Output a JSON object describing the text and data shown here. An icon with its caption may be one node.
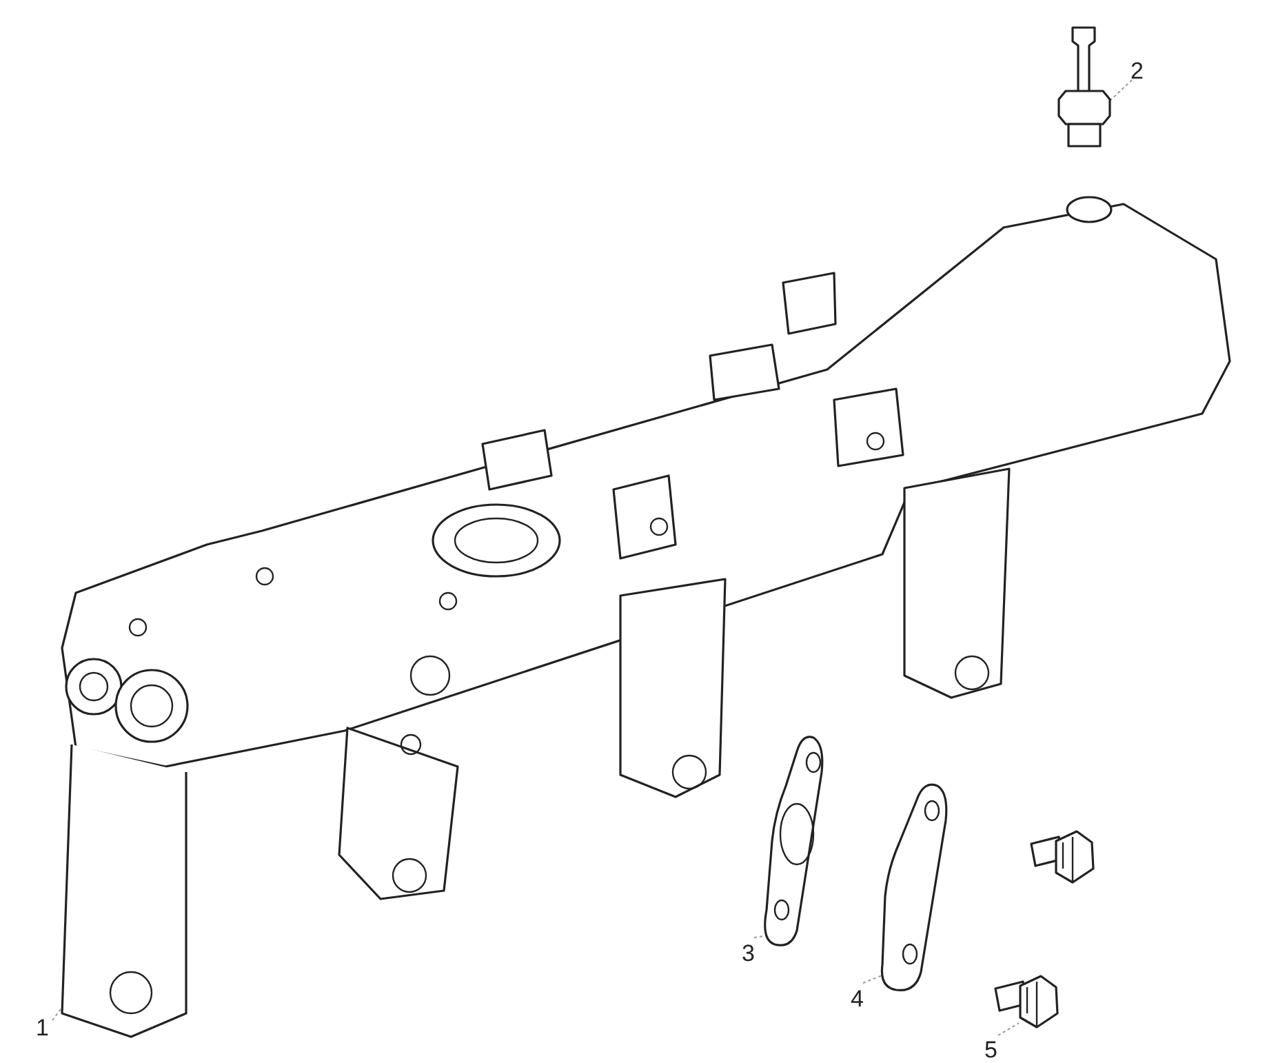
{
  "diagram": {
    "nodes": [
      {
        "text": [
          "1"
        ]
      },
      {
        "text": [
          "2"
        ]
      },
      {
        "text": [
          "3"
        ]
      },
      {
        "text": [
          "4"
        ]
      },
      {
        "text": [
          "5"
        ]
      },
      {
        "text": [],
        "shape": "picture"
      },
      {
        "text": [],
        "shape": "picture"
      },
      {
        "text": [],
        "shape": "picture"
      },
      {
        "text": [],
        "shape": "picture"
      },
      {
        "text": [],
        "shape": "picture"
      }
    ],
    "edges": [
      {
        "from": 0,
        "to": 5,
        "arrow": "none"
      },
      {
        "from": 1,
        "to": 6,
        "arrow": "none"
      },
      {
        "from": 2,
        "to": 7,
        "arrow": "none"
      },
      {
        "from": 3,
        "to": 8,
        "arrow": "none"
      },
      {
        "from": 4,
        "to": 9,
        "arrow": "none"
      }
    ]
  }
}
